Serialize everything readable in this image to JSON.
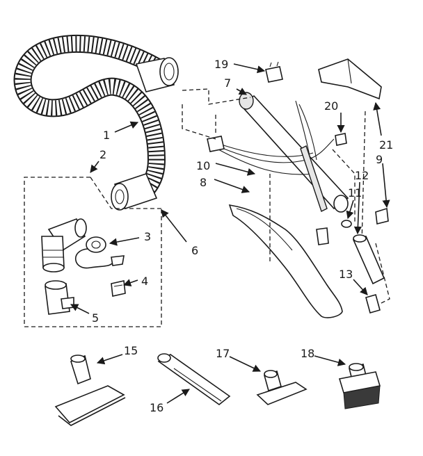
{
  "labels": {
    "p1": "1",
    "p2": "2",
    "p3": "3",
    "p4": "4",
    "p5": "5",
    "p6": "6",
    "p7": "7",
    "p8": "8",
    "p9": "9",
    "p10": "10",
    "p11": "11",
    "p12": "12",
    "p13": "13",
    "p15": "15",
    "p16": "16",
    "p17": "17",
    "p18": "18",
    "p19": "19",
    "p20": "20",
    "p21": "21"
  },
  "colors": {
    "ink": "#1a1a1a",
    "paper": "#ffffff"
  }
}
